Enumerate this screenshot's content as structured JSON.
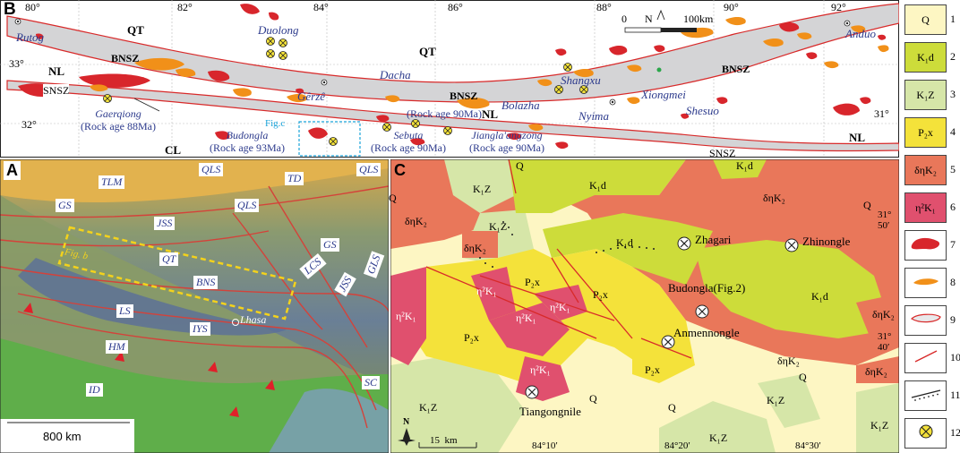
{
  "panel_b": {
    "letter": "B",
    "lon_ticks": [
      "80°",
      "82°",
      "84°",
      "86°",
      "88°",
      "90°",
      "92°"
    ],
    "lat_ticks": [
      "33°",
      "32°",
      "31°"
    ],
    "scale": {
      "zero": "0",
      "label": "100km",
      "north": "N"
    },
    "zones": [
      "QT",
      "QT",
      "NL",
      "BNSZ",
      "SNSZ",
      "BNSZ",
      "NL",
      "BNSZ",
      "CL",
      "SNSZ",
      "NL"
    ],
    "places": [
      "Rutog",
      "Duolong",
      "Gêrzê",
      "Dacha",
      "Shangxu",
      "Xiongmei",
      "Bolazha",
      "Nyima",
      "Shesuo",
      "Anduo"
    ],
    "deposits": [
      {
        "name": "Gaerqiong",
        "age": "(Rock age 88Ma)"
      },
      {
        "name": "Budongla",
        "age": "(Rock age 93Ma)"
      },
      {
        "name": "Sebuta",
        "age": "(Rock age 90Ma)"
      },
      {
        "name": "Jiangla'angzong",
        "age": "(Rock age 90Ma)"
      },
      {
        "name": "Bolazha",
        "age": "(Rock age 90Ma)"
      }
    ],
    "fig_c": "Fig.c"
  },
  "panel_a": {
    "letter": "A",
    "labels": [
      "TLM",
      "QLS",
      "TD",
      "QLS",
      "GS",
      "QLS",
      "JSS",
      "GS",
      "QT",
      "BNS",
      "LCS",
      "JSS",
      "GLS",
      "LS",
      "IYS",
      "HM",
      "ID",
      "SC"
    ],
    "lhasa": "Lhasa",
    "fig_b": "Fig. b",
    "scale": "800 km"
  },
  "panel_c": {
    "letter": "C",
    "units": {
      "q": "Q",
      "k1z": "K₁Z",
      "k1d": "K₁d",
      "p2x": "P₂x",
      "dnk2": "δηK₂",
      "n2k1": "η²K₁"
    },
    "places": [
      "Zhagari",
      "Zhinongle",
      "Budongla(Fig.2)",
      "Anmennongle",
      "Tiangongnile"
    ],
    "lat_ticks": [
      "31°\n50′",
      "31°\n40′"
    ],
    "lon_ticks": [
      "84°10′",
      "84°20′",
      "84°30′"
    ],
    "scale": "15  km",
    "north": "N"
  },
  "legend": [
    {
      "num": "1",
      "label": "Q",
      "fill": "#fdf6c3"
    },
    {
      "num": "2",
      "label": "K₁d",
      "fill": "#cddc3a"
    },
    {
      "num": "3",
      "label": "K₁Z",
      "fill": "#d6e6a8"
    },
    {
      "num": "4",
      "label": "P₂x",
      "fill": "#f4e23a"
    },
    {
      "num": "5",
      "label": "δηK₂",
      "fill": "#e9775a"
    },
    {
      "num": "6",
      "label": "η²K₁",
      "fill": "#e0506e"
    },
    {
      "num": "7",
      "label": "",
      "fill": "#ffffff"
    },
    {
      "num": "8",
      "label": "",
      "fill": "#ffffff"
    },
    {
      "num": "9",
      "label": "",
      "fill": "#ffffff"
    },
    {
      "num": "10",
      "label": "",
      "fill": "#ffffff"
    },
    {
      "num": "11",
      "label": "",
      "fill": "#ffffff"
    },
    {
      "num": "12",
      "label": "",
      "fill": "#ffffff"
    }
  ],
  "colors": {
    "intrusion": "#d8262c",
    "orange": "#f19019",
    "belt": "#d4d4d6",
    "fault": "#d82a2a",
    "place": "#2c3a8c"
  }
}
